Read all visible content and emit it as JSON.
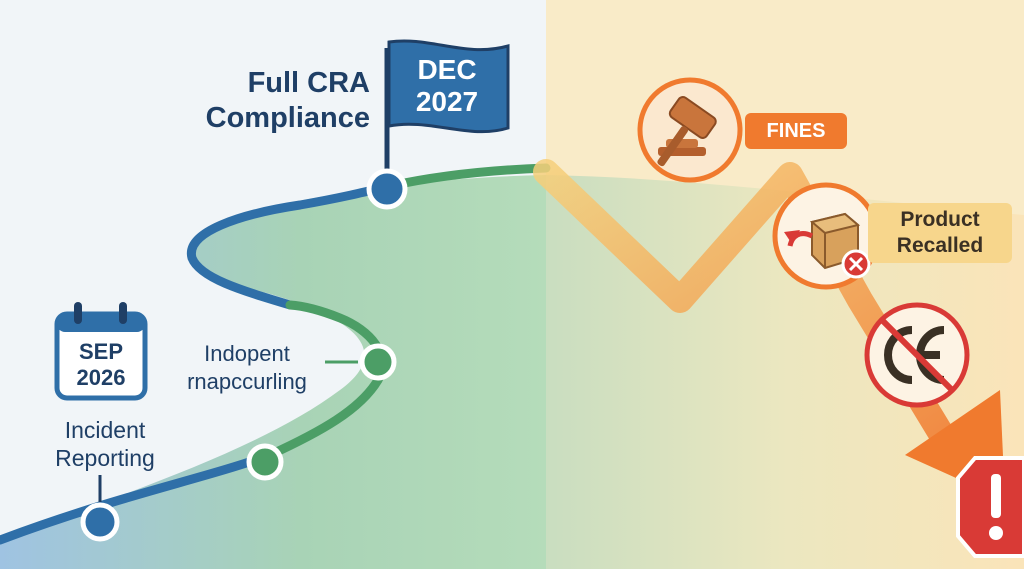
{
  "timeline": {
    "milestone_final": {
      "title": [
        "Full CRA",
        "Compliance"
      ],
      "flag_label": [
        "DEC",
        "2027"
      ]
    },
    "milestone_first": {
      "calendar_label": [
        "SEP",
        "2026"
      ],
      "title": [
        "Incident",
        "Reporting"
      ]
    },
    "milestone_middle": {
      "label": [
        "Indopent",
        "rnapccurling"
      ]
    }
  },
  "consequences": {
    "fines": {
      "label": "FINES",
      "icon": "gavel-icon"
    },
    "recall": {
      "label": [
        "Product",
        "Recalled"
      ],
      "icon": "box-recall-icon"
    },
    "ce_mark": {
      "icon": "ce-mark-crossed-icon"
    },
    "warning": {
      "icon": "warning-octagon-icon"
    }
  },
  "colors": {
    "left_bg": "#f1f5f8",
    "right_bg": "#f9ebc8",
    "timeline_blue": "#2f6fa8",
    "timeline_green": "#4c9e66",
    "consequence_orange": "#f07a2e",
    "warning_red": "#d93a36"
  }
}
